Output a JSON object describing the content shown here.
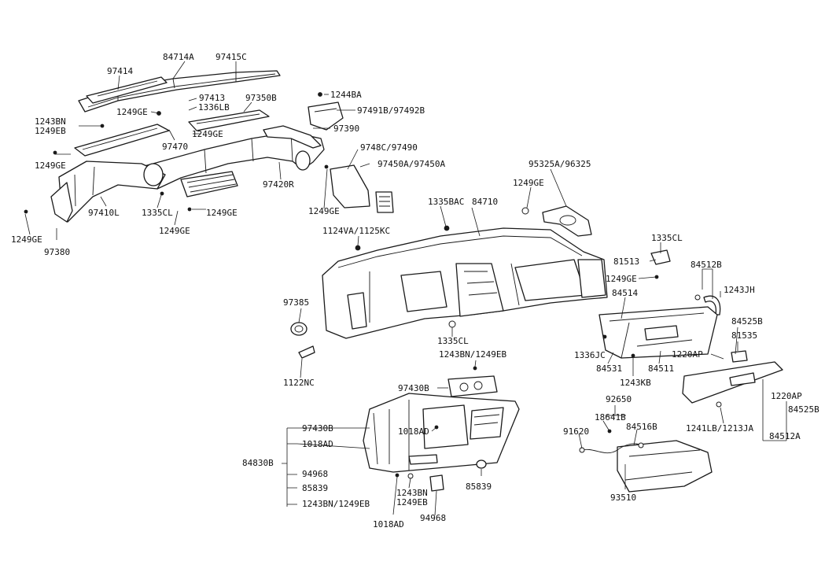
{
  "diagram": {
    "labels": {
      "p84714A": "84714A",
      "p97415C": "97415C",
      "p97414": "97414",
      "p1244BA": "1244BA",
      "p97413": "97413",
      "p1336LB": "1336LB",
      "p97350B": "97350B",
      "p1243BN_1249EB": "1243BN\n1249EB",
      "p1249GE_a": "1249GE",
      "p97491B_97492B": "97491B/97492B",
      "p97390": "97390",
      "p97470": "97470",
      "p1249GE_b": "1249GE",
      "p9748C_97490": "9748C/97490",
      "p97450A_97450A": "97450A/97450A",
      "p1249GE_c": "1249GE",
      "p97420R": "97420R",
      "p95325A_96325": "95325A/96325",
      "p1249GE_d": "1249GE",
      "p97410L": "97410L",
      "p1335CL_a": "1335CL",
      "p1249GE_e": "1249GE",
      "p1249GE_f": "1249GE",
      "p1335BAC": "1335BAC",
      "p84710": "84710",
      "p1249GE_g": "1249GE",
      "p1249GE_h": "1249GE",
      "p1124VA_1125KC": "1124VA/1125KC",
      "p1335CL_b": "1335CL",
      "p97380": "97380",
      "p81513": "81513",
      "p84512B": "84512B",
      "p1249GE_i": "1249GE",
      "p1243JH": "1243JH",
      "p97385": "97385",
      "p84514": "84514",
      "p84525B_a": "84525B",
      "p81535": "81535",
      "p1335CL_c": "1335CL",
      "p1243BN_1249EB_b": "1243BN/1249EB",
      "p1336JC": "1336JC",
      "p1220AP_a": "1220AP",
      "p84531": "84531",
      "p84511": "84511",
      "p1122NC": "1122NC",
      "p1243KB": "1243KB",
      "p97430B_a": "97430B",
      "p1220AP_b": "1220AP",
      "p84525B_b": "84525B",
      "p92650": "92650",
      "p18641B": "18641B",
      "p1018AD_a": "1018AD",
      "p97430B_b": "97430B",
      "p1018AD_b": "1018AD",
      "p91620": "91620",
      "p84516B": "84516B",
      "p1241LB_1213JA": "1241LB/1213JA",
      "p84512A": "84512A",
      "p84830B": "84830B",
      "p94968_a": "94968",
      "p85839_a": "85839",
      "p1243BN_1249EB_c": "1243BN/1249EB",
      "p85839_b": "85839",
      "p1243BN_c": "1243BN",
      "p1249EB_c": "1249EB",
      "p93510": "93510",
      "p1018AD_c": "1018AD",
      "p94968_b": "94968"
    }
  }
}
